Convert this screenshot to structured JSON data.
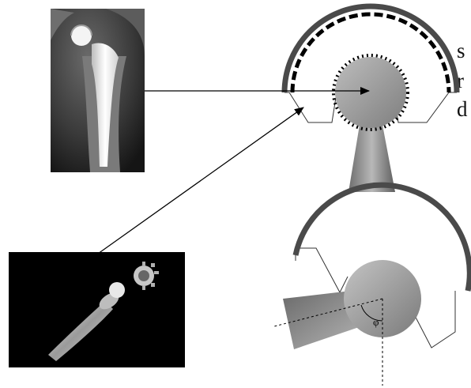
{
  "edge_text": [
    "s",
    "r",
    "d"
  ],
  "angle_symbol": "φ",
  "colors": {
    "metal_dark": "#4a4a4a",
    "metal_mid": "#8e8e8e",
    "metal_light": "#c8c8c8",
    "photo_background": "#000000",
    "outline": "#000000"
  },
  "icons": {
    "xray": "hip-replacement-xray-image",
    "implant": "hip-implant-photo"
  }
}
